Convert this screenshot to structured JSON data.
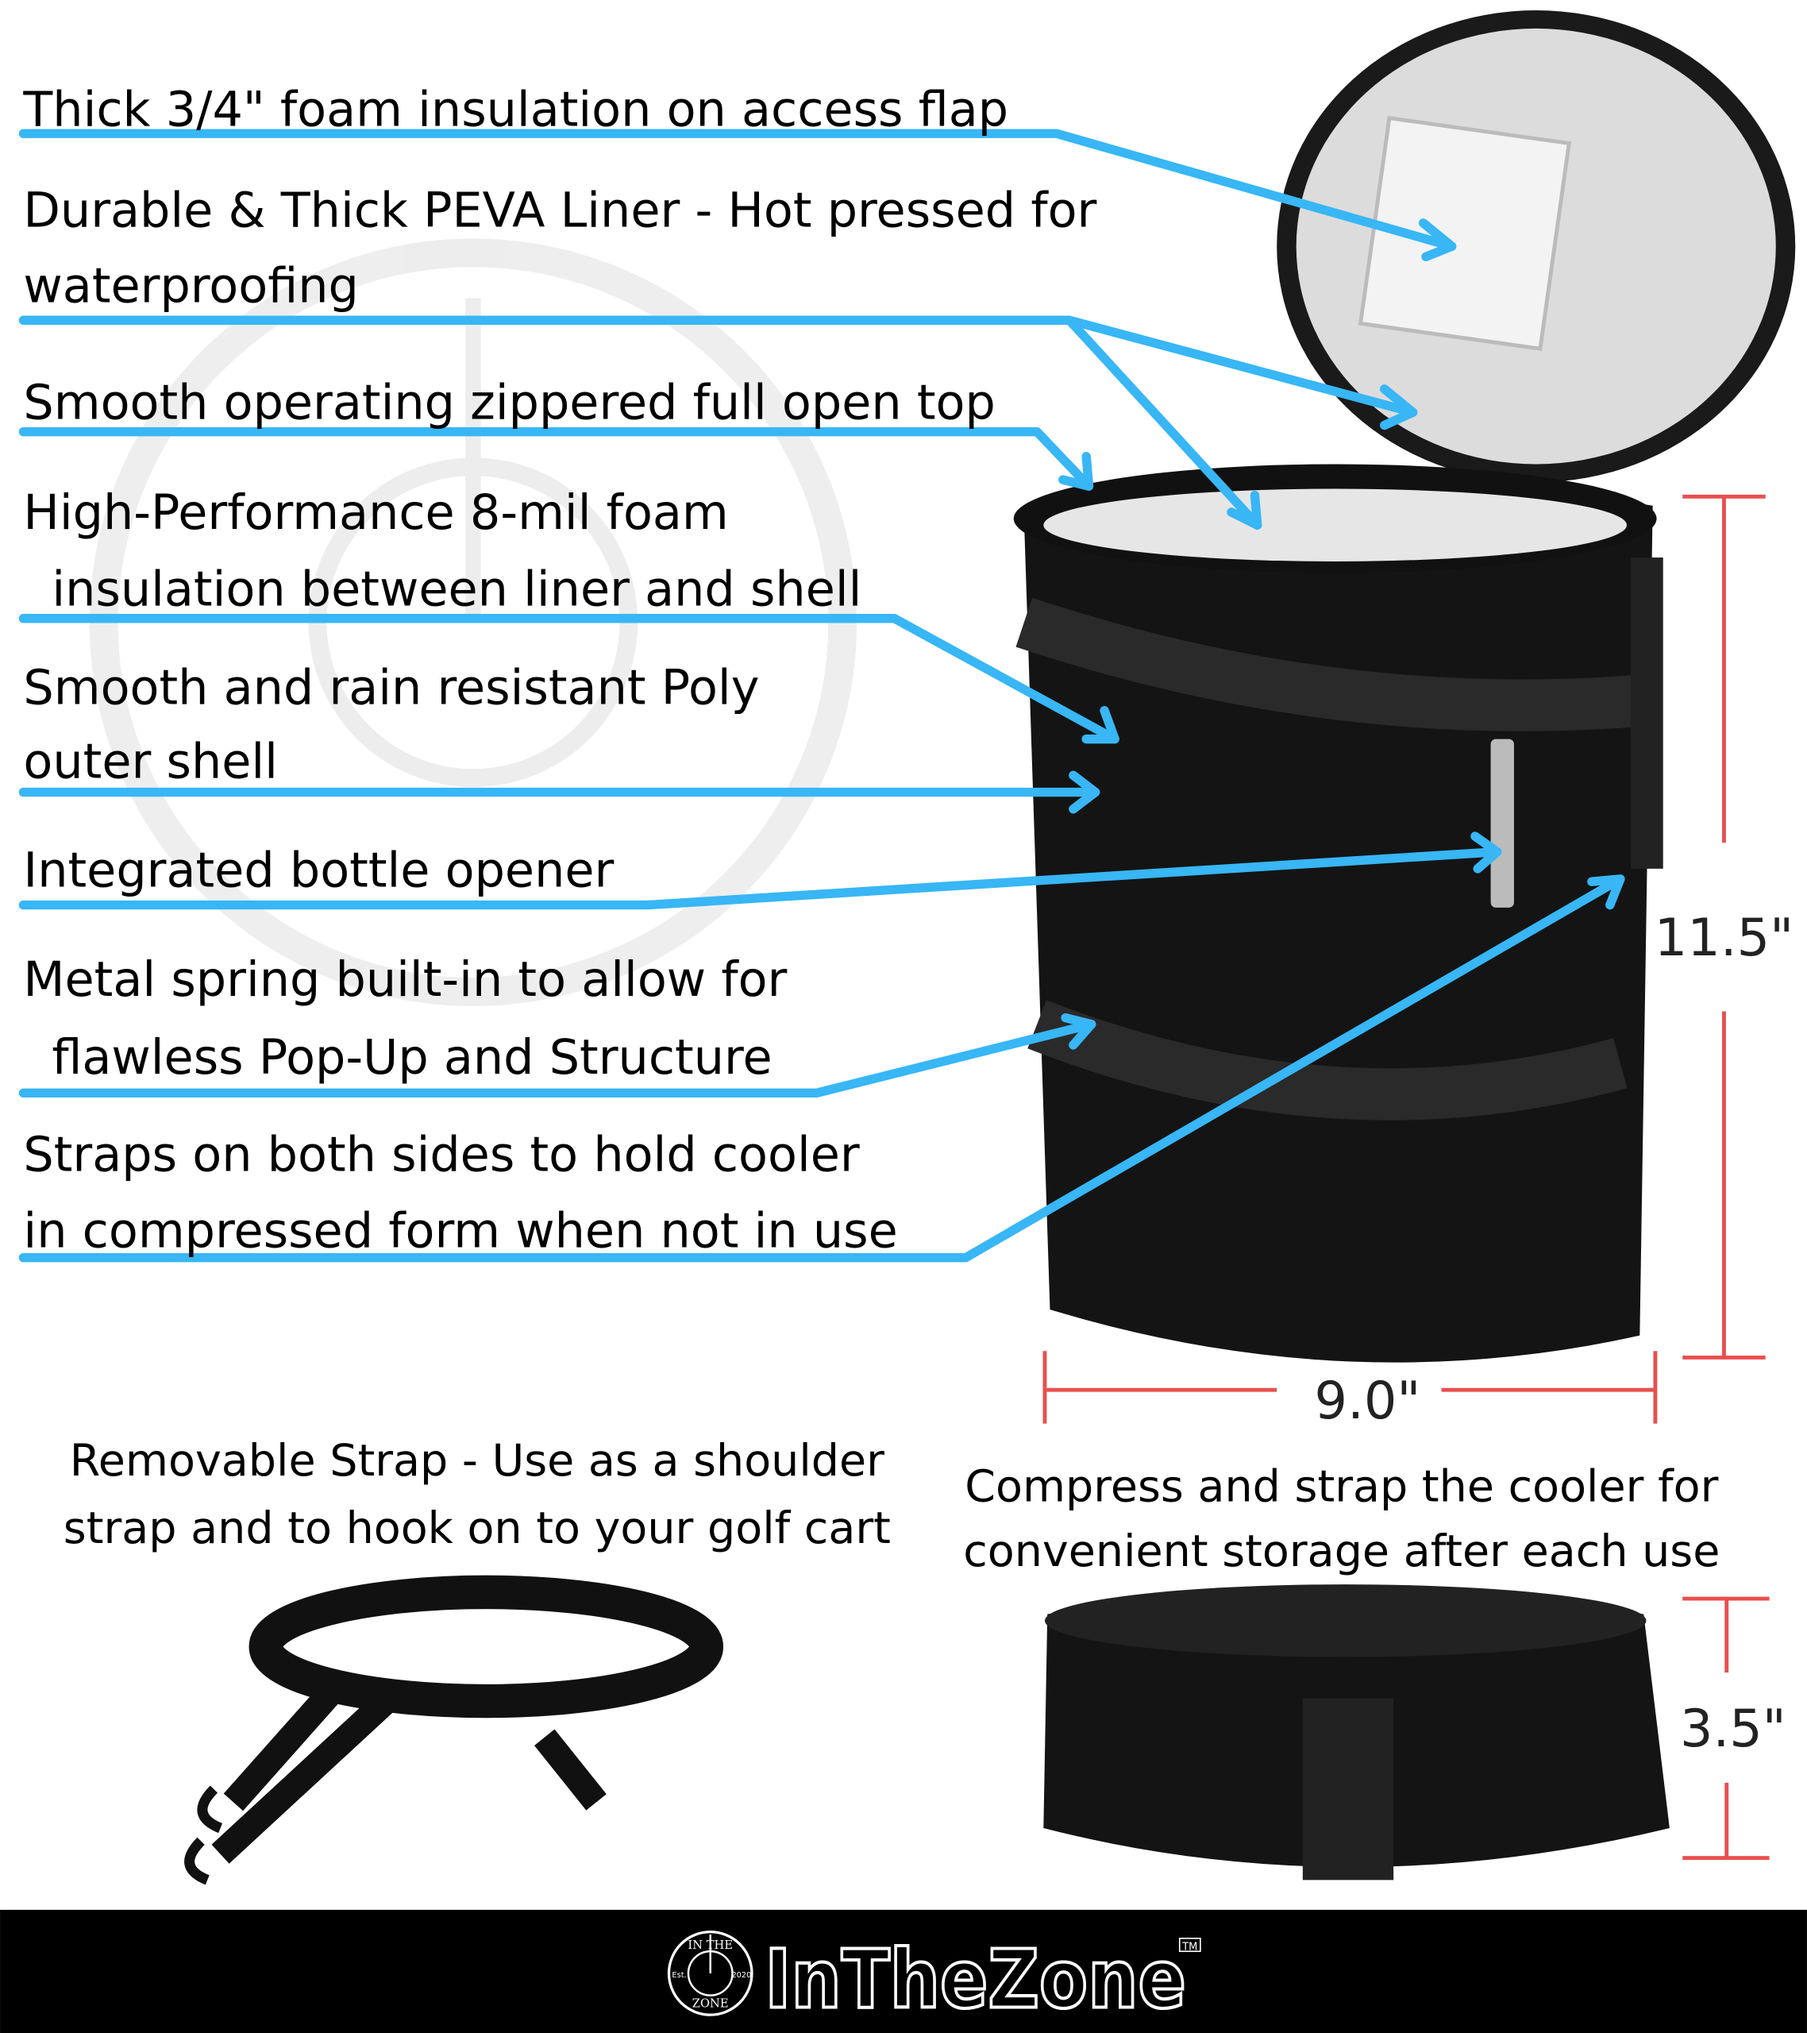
{
  "features": [
    {
      "lines": [
        "Thick 3/4\" foam insulation on access flap"
      ]
    },
    {
      "lines": [
        "Durable & Thick PEVA Liner - Hot pressed for",
        "waterproofing"
      ]
    },
    {
      "lines": [
        "Smooth operating zippered full open top"
      ]
    },
    {
      "lines": [
        "High-Performance 8-mil foam",
        "insulation between liner and shell"
      ]
    },
    {
      "lines": [
        "Smooth and rain resistant Poly",
        "outer shell"
      ]
    },
    {
      "lines": [
        "Integrated bottle opener"
      ]
    },
    {
      "lines": [
        "Metal spring built-in to allow for",
        "flawless Pop-Up and Structure"
      ]
    },
    {
      "lines": [
        "Straps on both sides to hold cooler",
        "in compressed form when not in use"
      ]
    }
  ],
  "dimensions": {
    "height": "11.5\"",
    "width": "9.0\"",
    "compressed_height": "3.5\""
  },
  "captions": {
    "strap": [
      "Removable Strap - Use as a shoulder",
      "strap and to hook on to your golf cart"
    ],
    "compress": [
      "Compress and strap the cooler for",
      "convenient storage after each use"
    ]
  },
  "brand": {
    "name": "InTheZone",
    "tm": "TM",
    "seal_top": "IN THE",
    "seal_bottom": "ZONE",
    "seal_left": "Est.",
    "seal_right": "2020"
  },
  "colors": {
    "callout_line": "#38b6f5",
    "dimension_line": "#e8504e",
    "footer_bg": "#000000"
  }
}
